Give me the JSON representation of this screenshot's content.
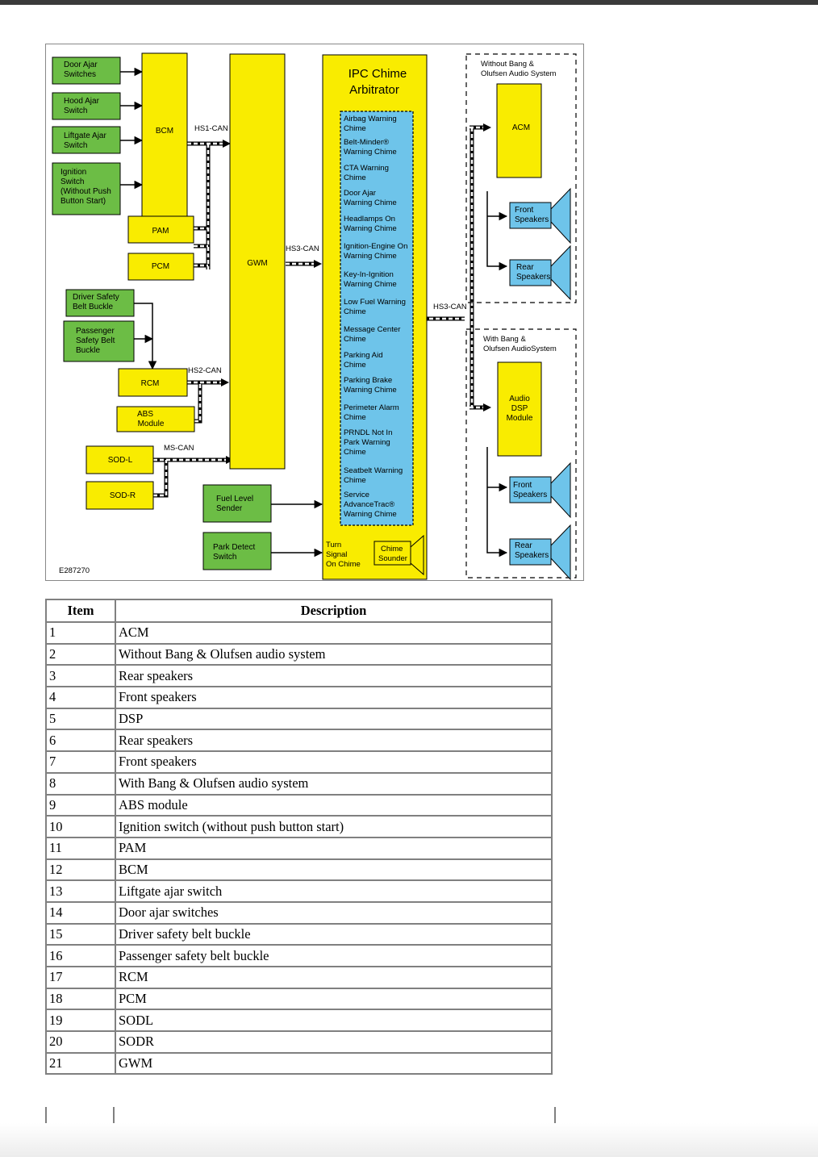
{
  "diagram": {
    "figure_id": "E287270",
    "ipc": {
      "title_line1": "IPC Chime",
      "title_line2": "Arbitrator"
    },
    "chimes": [
      [
        "Airbag Warning",
        "Chime"
      ],
      [
        "Belt-Minder®",
        "Warning Chime"
      ],
      [
        "CTA Warning",
        "Chime"
      ],
      [
        "Door Ajar",
        "Warning Chime"
      ],
      [
        "Headlamps On",
        "Warning Chime"
      ],
      [
        "Ignition-Engine On",
        "Warning Chime"
      ],
      [
        "Key-In-Ignition",
        "Warning Chime"
      ],
      [
        "Low Fuel Warning",
        "Chime"
      ],
      [
        "Message Center",
        "Chime"
      ],
      [
        "Parking Aid",
        "Chime"
      ],
      [
        "Parking Brake",
        "Warning Chime"
      ],
      [
        "Perimeter Alarm",
        "Chime"
      ],
      [
        "PRNDL Not In",
        "Park Warning",
        "Chime"
      ],
      [
        "Seatbelt Warning",
        "Chime"
      ],
      [
        "Service",
        "AdvanceTrac®",
        "Warning Chime"
      ]
    ],
    "inputs": {
      "door_ajar": [
        "Door Ajar",
        "Switches"
      ],
      "hood_ajar": [
        "Hood Ajar",
        "Switch"
      ],
      "liftgate_ajar": [
        "Liftgate Ajar",
        "Switch"
      ],
      "ignition": [
        "Ignition",
        "Switch",
        "(Without Push",
        "Button Start)"
      ],
      "driver_belt": [
        "Driver Safety",
        "Belt Buckle"
      ],
      "passenger_belt": [
        "Passenger",
        "Safety Belt",
        "Buckle"
      ],
      "fuel_level": [
        "Fuel Level",
        "Sender"
      ],
      "park_detect": [
        "Park Detect",
        "Switch"
      ]
    },
    "modules": {
      "bcm": "BCM",
      "pam": "PAM",
      "pcm": "PCM",
      "gwm": "GWM",
      "rcm": "RCM",
      "abs": [
        "ABS",
        "Module"
      ],
      "sodl": "SOD-L",
      "sodr": "SOD-R",
      "acm": "ACM",
      "dsp": [
        "Audio",
        "DSP",
        "Module"
      ]
    },
    "buses": {
      "hs1": "HS1-CAN",
      "hs2": "HS2-CAN",
      "hs3": "HS3-CAN",
      "ms": "MS-CAN"
    },
    "turn_signal": [
      "Turn",
      "Signal",
      "On Chime"
    ],
    "chime_sounder": [
      "Chime",
      "Sounder"
    ],
    "without_bo": [
      "Without Bang &",
      "Olufsen Audio System"
    ],
    "with_bo": [
      "With Bang &",
      "Olufsen AudioSystem"
    ],
    "front_speakers": [
      "Front",
      "Speakers"
    ],
    "rear_speakers": [
      "Rear",
      "Speakers"
    ],
    "colors": {
      "input_green": "#6cbd45",
      "module_yellow": "#f9ec00",
      "chime_blue": "#6ec4ea"
    }
  },
  "table": {
    "headers": [
      "Item",
      "Description"
    ],
    "rows": [
      [
        "1",
        "ACM"
      ],
      [
        "2",
        "Without Bang & Olufsen audio system"
      ],
      [
        "3",
        "Rear speakers"
      ],
      [
        "4",
        "Front speakers"
      ],
      [
        "5",
        "DSP"
      ],
      [
        "6",
        "Rear speakers"
      ],
      [
        "7",
        "Front speakers"
      ],
      [
        "8",
        "With Bang & Olufsen audio system"
      ],
      [
        "9",
        "ABS module"
      ],
      [
        "10",
        "Ignition switch (without push button start)"
      ],
      [
        "11",
        "PAM"
      ],
      [
        "12",
        "BCM"
      ],
      [
        "13",
        "Liftgate ajar switch"
      ],
      [
        "14",
        "Door ajar switches"
      ],
      [
        "15",
        "Driver safety belt buckle"
      ],
      [
        "16",
        "Passenger safety belt buckle"
      ],
      [
        "17",
        "RCM"
      ],
      [
        "18",
        "PCM"
      ],
      [
        "19",
        "SODL"
      ],
      [
        "20",
        "SODR"
      ],
      [
        "21",
        "GWM"
      ]
    ]
  }
}
